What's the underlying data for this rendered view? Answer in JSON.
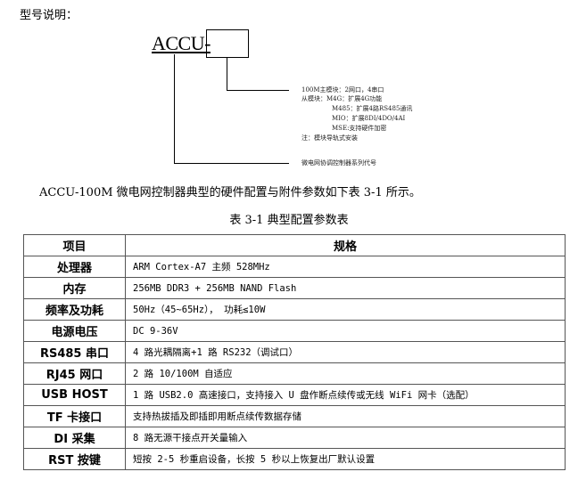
{
  "intro": "型号说明：",
  "diagram": {
    "prefix": "ACCU-",
    "main_module": "100M主模块：2网口，4串口",
    "sub_modules": [
      "从模块：M4G：扩展4G功能",
      "M485：扩展4路RS485通讯",
      "MIO：扩展8DI/4DO/4AI",
      "MSE:支持硬件加密"
    ],
    "note": "注：模块导轨式安装",
    "series": "微电网协调控制器系列代号"
  },
  "sentence": "ACCU-100M 微电网控制器典型的硬件配置与附件参数如下表 3-1 所示。",
  "caption": "表 3-1 典型配置参数表",
  "table": {
    "headers": [
      "项目",
      "规格"
    ],
    "rows": [
      {
        "k": "处理器",
        "v": "ARM Cortex-A7 主频 528MHz"
      },
      {
        "k": "内存",
        "v": "256MB DDR3 + 256MB NAND Flash"
      },
      {
        "k": "频率及功耗",
        "v": "50Hz（45~65Hz）， 功耗≤10W"
      },
      {
        "k": "电源电压",
        "v": "DC 9-36V"
      },
      {
        "k": "RS485 串口",
        "v": "4 路光耦隔离+1 路 RS232（调试口）"
      },
      {
        "k": "RJ45 网口",
        "v": "2 路 10/100M 自适应"
      },
      {
        "k": "USB HOST",
        "v": "1 路 USB2.0 高速接口，支持接入 U 盘作断点续传或无线 WiFi 网卡（选配）"
      },
      {
        "k": "TF 卡接口",
        "v": "支持热拔插及即插即用断点续传数据存储"
      },
      {
        "k": "DI 采集",
        "v": "8 路无源干接点开关量输入"
      },
      {
        "k": "RST 按键",
        "v": "短按 2-5 秒重启设备，长按 5 秒以上恢复出厂默认设置"
      }
    ]
  }
}
